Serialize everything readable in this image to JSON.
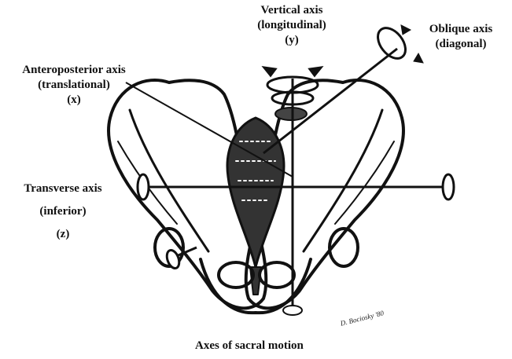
{
  "labels": {
    "vertical": {
      "line1": "Vertical axis",
      "line2": "(longitudinal)",
      "line3": "(y)"
    },
    "oblique": {
      "line1": "Oblique axis",
      "line2": "(diagonal)"
    },
    "anteroposterior": {
      "line1": "Anteroposterior axis",
      "line2": "(translational)",
      "line3": "(x)"
    },
    "transverse": {
      "line1": "Transverse axis",
      "line2": "(inferior)",
      "line3": "(z)"
    }
  },
  "caption": "Axes of sacral motion",
  "signature": "D. Bociosky '80",
  "colors": {
    "ink": "#111111",
    "background": "#ffffff"
  }
}
